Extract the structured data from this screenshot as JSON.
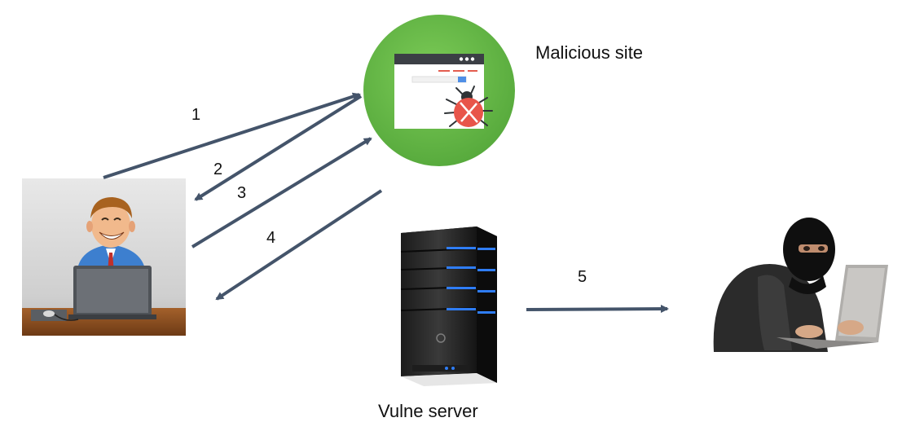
{
  "nodes": {
    "malicious_site": {
      "label": "Malicious site",
      "icon": "malicious-website-bug-icon",
      "circle_color": "#63b544"
    },
    "vulne_server": {
      "label": "Vulne server",
      "icon": "server-tower-icon"
    },
    "victim": {
      "icon": "user-at-laptop-icon"
    },
    "attacker": {
      "icon": "hooded-hacker-icon"
    }
  },
  "steps": [
    {
      "label": "1"
    },
    {
      "label": "2"
    },
    {
      "label": "3"
    },
    {
      "label": "4"
    },
    {
      "label": "5"
    }
  ],
  "colors": {
    "arrow": "#44546a",
    "led": "#2f7df6"
  }
}
